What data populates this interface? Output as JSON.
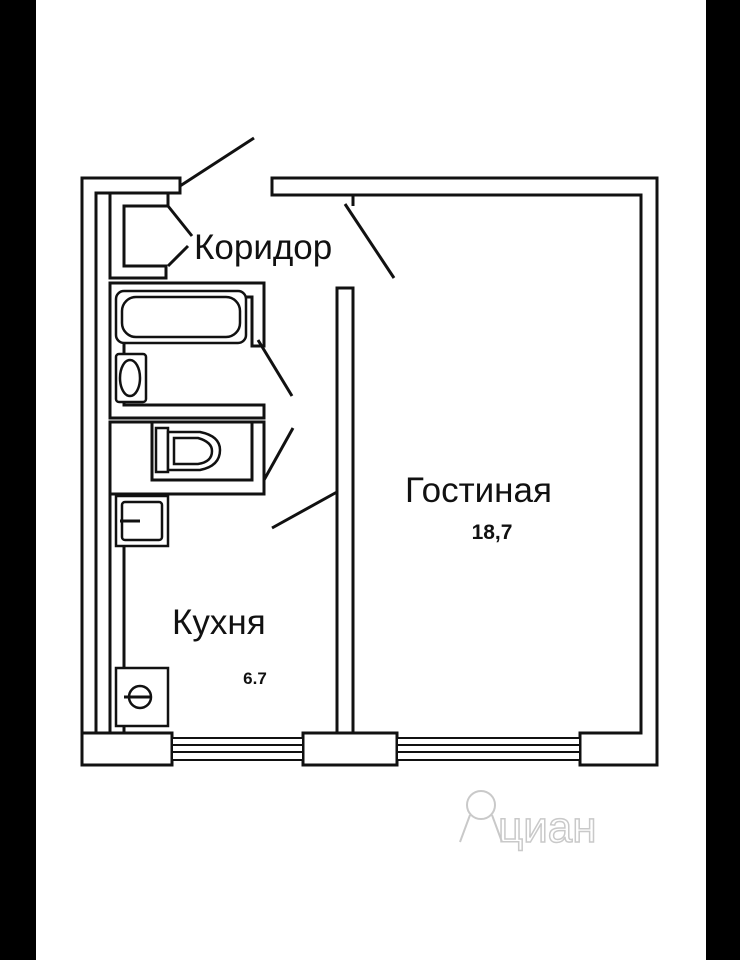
{
  "rooms": {
    "corridor": {
      "label": "Коридор"
    },
    "living": {
      "label": "Гостиная",
      "area": "18,7"
    },
    "kitchen": {
      "label": "Кухня",
      "area": "6.7"
    }
  },
  "watermark": {
    "brand": "циан"
  },
  "colors": {
    "ink": "#111111",
    "paper": "#ffffff",
    "frame": "#000000",
    "watermark": "#c9c9c9"
  }
}
